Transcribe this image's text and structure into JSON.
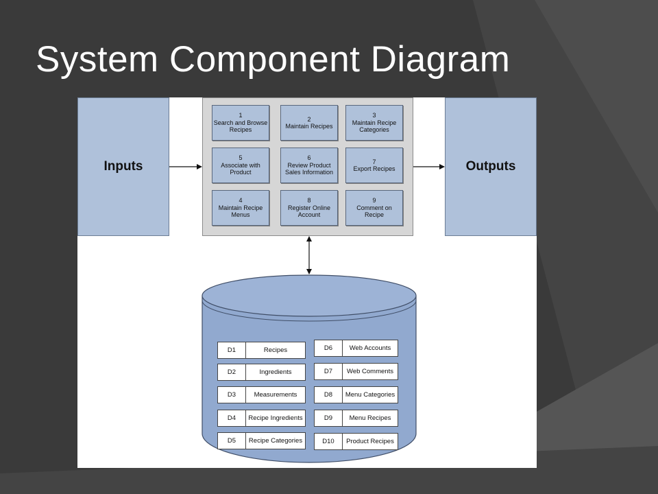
{
  "slide": {
    "title": "System Component Diagram"
  },
  "diagram": {
    "inputs_label": "Inputs",
    "outputs_label": "Outputs",
    "processes": [
      {
        "id": "1",
        "name": "Search and Browse Recipes"
      },
      {
        "id": "2",
        "name": "Maintain Recipes"
      },
      {
        "id": "3",
        "name": "Maintain Recipe Categories"
      },
      {
        "id": "5",
        "name": "Associate with Product"
      },
      {
        "id": "6",
        "name": "Review Product Sales Information"
      },
      {
        "id": "7",
        "name": "Export Recipes"
      },
      {
        "id": "4",
        "name": "Maintain Recipe Menus"
      },
      {
        "id": "8",
        "name": "Register Online Account"
      },
      {
        "id": "9",
        "name": "Comment on Recipe"
      }
    ],
    "data_stores": [
      {
        "id": "D1",
        "name": "Recipes"
      },
      {
        "id": "D2",
        "name": "Ingredients"
      },
      {
        "id": "D3",
        "name": "Measurements"
      },
      {
        "id": "D4",
        "name": "Recipe Ingredients"
      },
      {
        "id": "D5",
        "name": "Recipe Categories"
      },
      {
        "id": "D6",
        "name": "Web Accounts"
      },
      {
        "id": "D7",
        "name": "Web Comments"
      },
      {
        "id": "D8",
        "name": "Menu Categories"
      },
      {
        "id": "D9",
        "name": "Menu Recipes"
      },
      {
        "id": "D10",
        "name": "Product Recipes"
      }
    ]
  },
  "colors": {
    "background": "#3a3a3a",
    "box_fill": "#afc1da",
    "database_fill": "#91a9cf",
    "panel_fill": "#d6d6d6"
  }
}
